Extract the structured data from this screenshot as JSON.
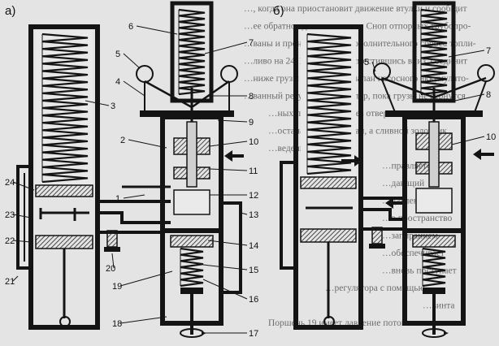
{
  "panels": {
    "a": {
      "title": "а)"
    },
    "b": {
      "title": "б)"
    }
  },
  "labels_a": [
    "1",
    "2",
    "3",
    "4",
    "5",
    "6",
    "7",
    "8",
    "9",
    "10",
    "11",
    "12",
    "13",
    "14",
    "15",
    "16",
    "17",
    "18",
    "19",
    "20",
    "21",
    "22",
    "23",
    "24"
  ],
  "labels_b": [
    "5",
    "7",
    "8",
    "10"
  ],
  "background_text": [
    "…, когда она приостановит движение втулки и сообщит",
    "…ее обратное движение вниз. Сноп отпорных трубопро-",
    "…ваны и проникновению дополнительного сброса топли-",
    "…ливо на 24. Поршень 27, сместившись вниз, соединит",
    "…ниже грузы пружиной. Клапан насосного аккумулято-",
    "…ванный регулятор до тех пор, пока грузы не вернутся",
    "…ных положений через отверстие, а поршень",
    "…останавливает клапан, а сливной золотник",
    "…ведение топлива",
    "…правляется",
    "…дающий",
    "…давления",
    "…в пространство",
    "…запиранием",
    "…обеспечивает",
    "…вновь поступает",
    "…регулятора с помощью",
    "…винта",
    "Поршень 19 имеет давление потока штока"
  ],
  "colors": {
    "ink": "#141414",
    "paper": "#e4e4e4",
    "fill": "#cfcfcf"
  }
}
